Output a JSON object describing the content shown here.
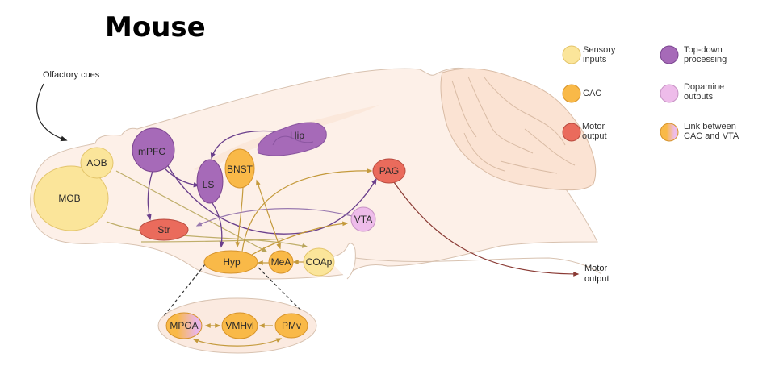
{
  "title": "Mouse",
  "annotations": {
    "input": "Olfactory cues",
    "output_line1": "Motor",
    "output_line2": "output"
  },
  "colors": {
    "sensory": "#fbe59a",
    "cac": "#f9b948",
    "motor": "#ea6b5c",
    "topdown": "#a66ab8",
    "dopamine": "#eebcea",
    "brain_fill": "#fdf0e8",
    "brain_stroke": "#d8c2b0",
    "purple_arrow": "#6a3f8c",
    "gold_arrow": "#c49a3c",
    "olive_arrow": "#bfae6a",
    "motor_arrow": "#8a3a34"
  },
  "nodes": {
    "mob": "MOB",
    "aob": "AOB",
    "mpfc": "mPFC",
    "str": "Str",
    "ls": "LS",
    "bnst": "BNST",
    "hip": "Hip",
    "hyp": "Hyp",
    "mea": "MeA",
    "coap": "COAp",
    "vta": "VTA",
    "pag": "PAG",
    "mpoa": "MPOA",
    "vmhvl": "VMHvl",
    "pmv": "PMv"
  },
  "legend": [
    {
      "line1": "Sensory",
      "line2": "inputs",
      "category": "sensory"
    },
    {
      "line1": "CAC",
      "line2": "",
      "category": "cac"
    },
    {
      "line1": "Motor",
      "line2": "output",
      "category": "motor"
    },
    {
      "line1": "Top-down",
      "line2": "processing",
      "category": "topdown"
    },
    {
      "line1": "Dopamine",
      "line2": "outputs",
      "category": "dopamine"
    },
    {
      "line1": "Link between",
      "line2": "CAC and VTA",
      "category": "link"
    }
  ]
}
